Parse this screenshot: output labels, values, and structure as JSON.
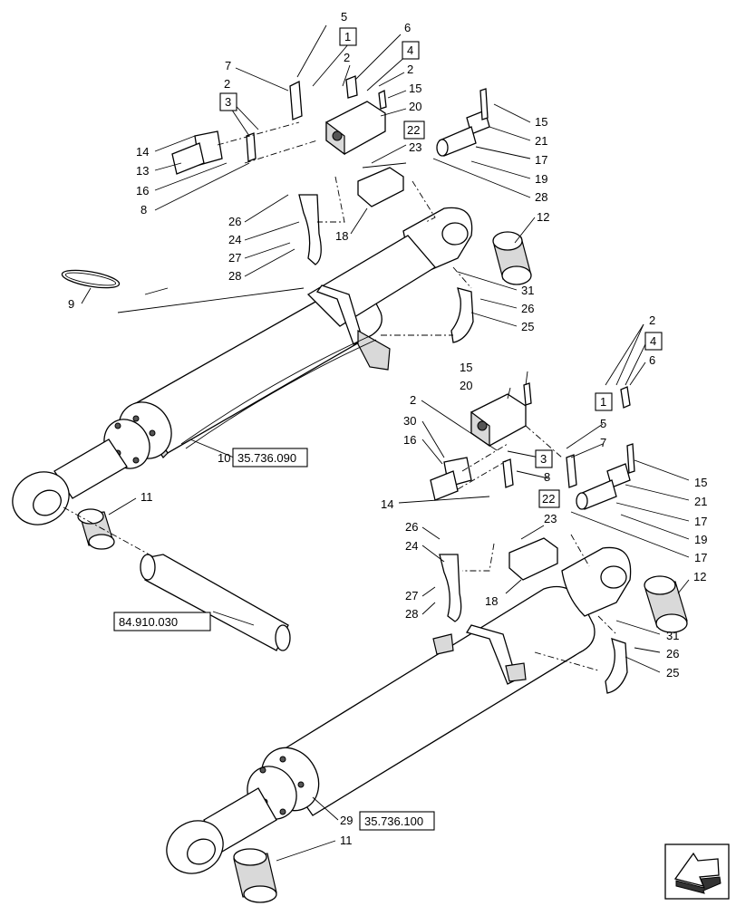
{
  "diagram": {
    "callouts": [
      "1",
      "2",
      "3",
      "4",
      "5",
      "6",
      "7",
      "8",
      "9",
      "10",
      "11",
      "12",
      "13",
      "14",
      "15",
      "16",
      "17",
      "18",
      "19",
      "20",
      "21",
      "22",
      "23",
      "24",
      "25",
      "26",
      "27",
      "28",
      "29",
      "30",
      "31"
    ],
    "boxed_callouts": [
      "1",
      "3",
      "4",
      "22"
    ],
    "references": {
      "cylinder_upper": "35.736.090",
      "cylinder_lower": "35.736.100",
      "pin": "84.910.030"
    },
    "nav_icon": "arrow-bottom-left-icon"
  }
}
